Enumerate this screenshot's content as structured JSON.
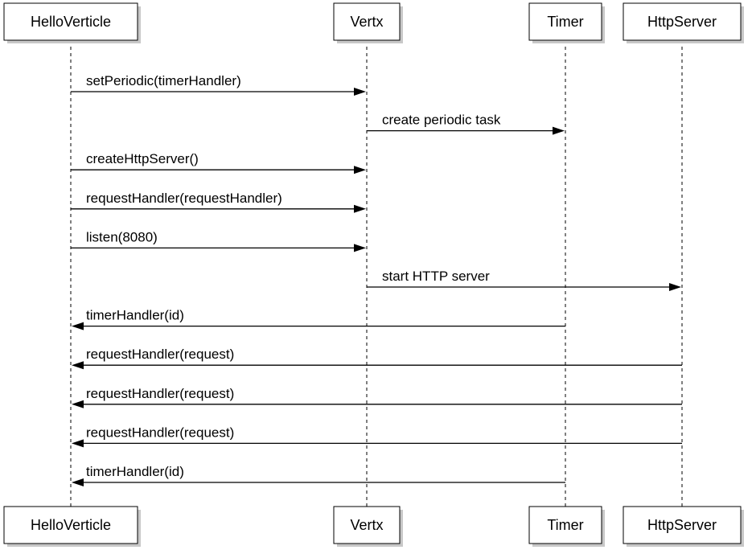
{
  "participants": [
    {
      "id": "helloverticle",
      "label": "HelloVerticle"
    },
    {
      "id": "vertx",
      "label": "Vertx"
    },
    {
      "id": "timer",
      "label": "Timer"
    },
    {
      "id": "httpserver",
      "label": "HttpServer"
    }
  ],
  "messages": [
    {
      "from": "helloverticle",
      "to": "vertx",
      "label": "setPeriodic(timerHandler)"
    },
    {
      "from": "vertx",
      "to": "timer",
      "label": "create periodic task"
    },
    {
      "from": "helloverticle",
      "to": "vertx",
      "label": "createHttpServer()"
    },
    {
      "from": "helloverticle",
      "to": "vertx",
      "label": "requestHandler(requestHandler)"
    },
    {
      "from": "helloverticle",
      "to": "vertx",
      "label": "listen(8080)"
    },
    {
      "from": "vertx",
      "to": "httpserver",
      "label": "start HTTP server"
    },
    {
      "from": "timer",
      "to": "helloverticle",
      "label": "timerHandler(id)"
    },
    {
      "from": "httpserver",
      "to": "helloverticle",
      "label": "requestHandler(request)"
    },
    {
      "from": "httpserver",
      "to": "helloverticle",
      "label": "requestHandler(request)"
    },
    {
      "from": "httpserver",
      "to": "helloverticle",
      "label": "requestHandler(request)"
    },
    {
      "from": "timer",
      "to": "helloverticle",
      "label": "timerHandler(id)"
    }
  ]
}
